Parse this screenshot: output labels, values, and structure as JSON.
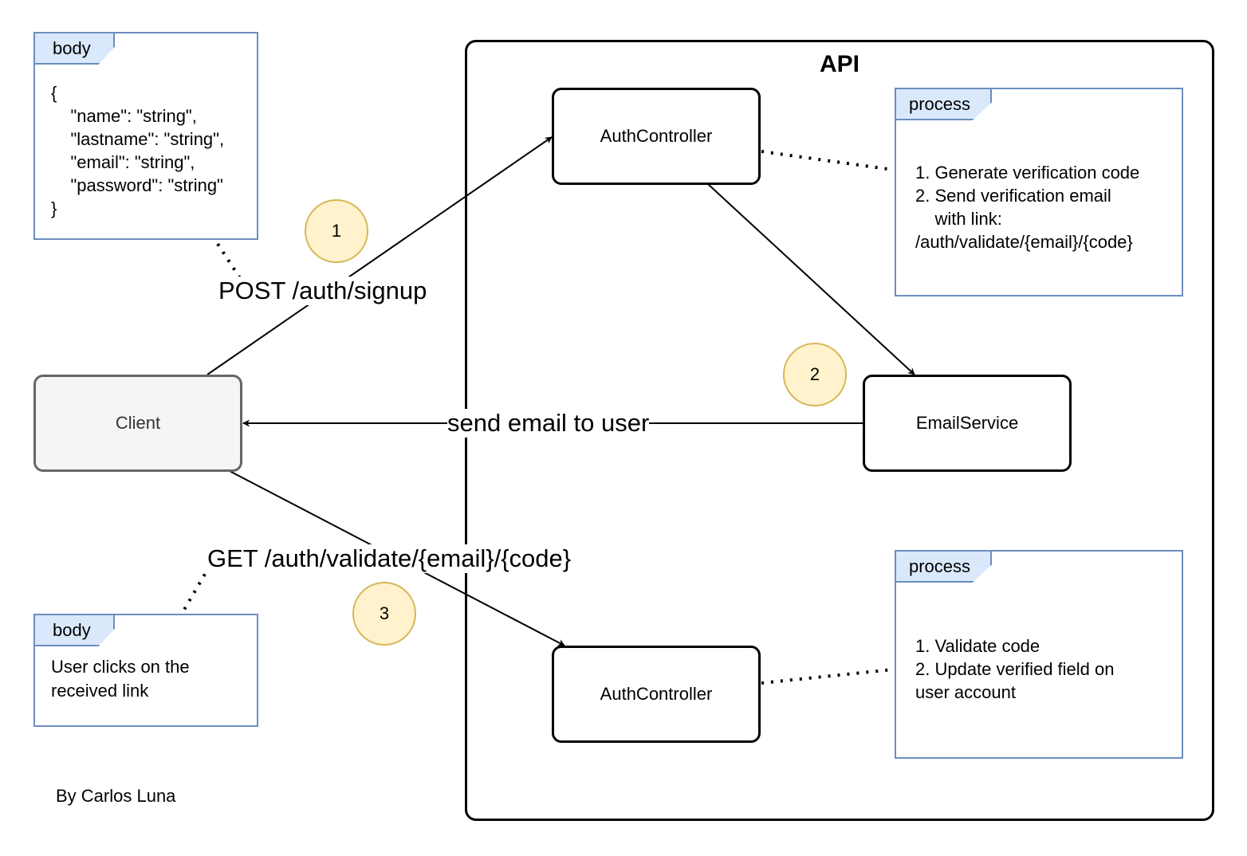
{
  "api": {
    "title": "API"
  },
  "nodes": {
    "client": "Client",
    "auth_controller_top": "AuthController",
    "email_service": "EmailService",
    "auth_controller_bottom": "AuthController"
  },
  "notes": {
    "signup_body": {
      "tab": "body",
      "lines": "{\n    \"name\": \"string\",\n    \"lastname\": \"string\",\n    \"email\": \"string\",\n    \"password\": \"string\"\n}"
    },
    "signup_process": {
      "tab": "process",
      "lines": "1. Generate verification code\n2. Send verification email\n    with link:\n/auth/validate/{email}/{code}"
    },
    "validate_body": {
      "tab": "body",
      "lines": "User clicks on the\nreceived link"
    },
    "validate_process": {
      "tab": "process",
      "lines": "1. Validate code\n2. Update verified field on\nuser account"
    }
  },
  "edges": {
    "signup": "POST /auth/signup",
    "send_email": "send email to user",
    "validate": "GET /auth/validate/{email}/{code}"
  },
  "steps": {
    "one": "1",
    "two": "2",
    "three": "3"
  },
  "credit": "By Carlos Luna",
  "colors": {
    "note_border": "#6c8ebf",
    "note_tab_fill": "#dae8fc",
    "step_fill": "#fff2cc",
    "step_border": "#d6b656",
    "client_fill": "#f5f5f5",
    "client_border": "#666666"
  }
}
